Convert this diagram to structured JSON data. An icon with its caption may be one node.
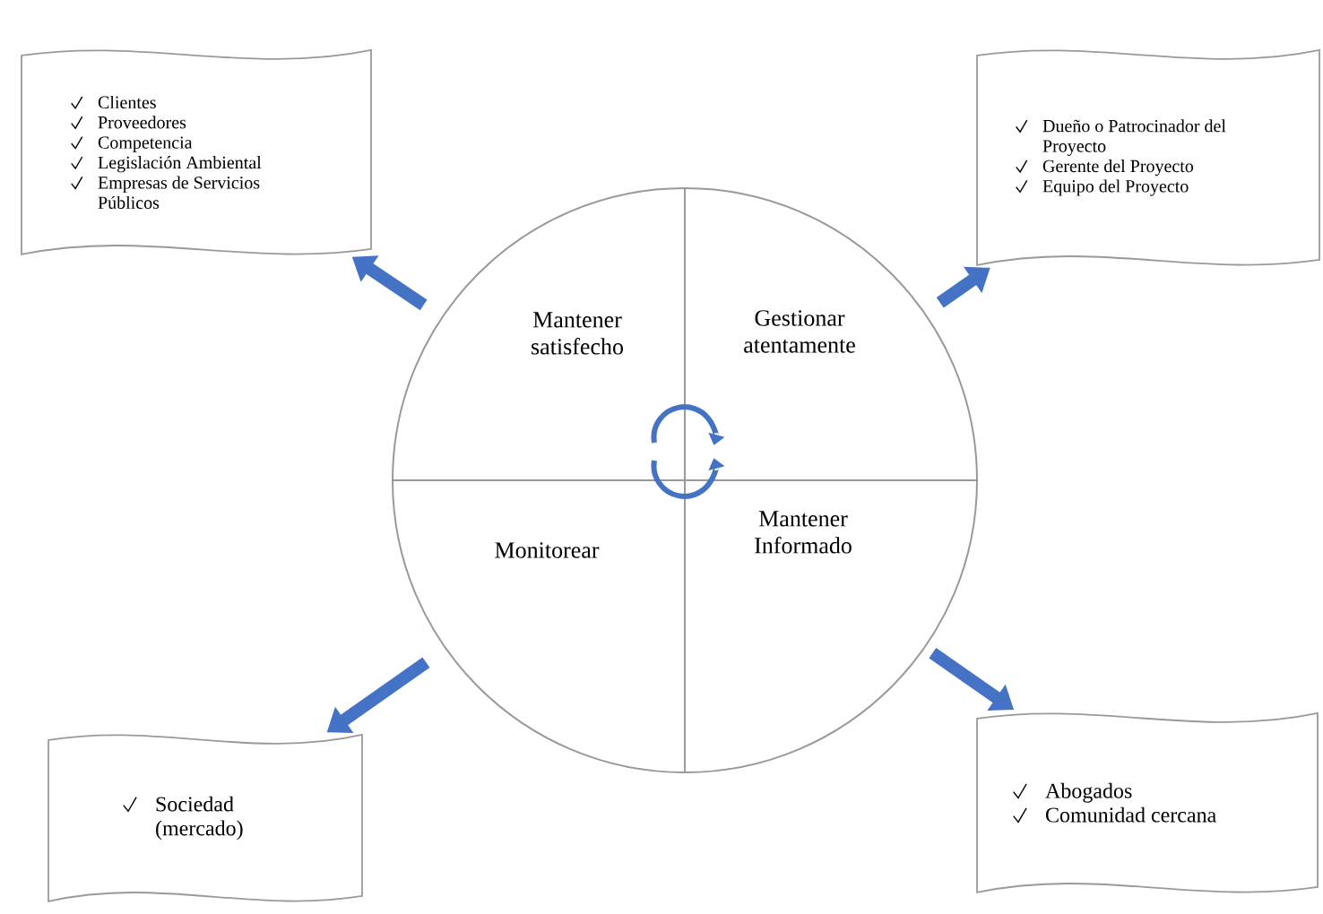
{
  "diagram": {
    "nodes": [
      {
        "text": [],
        "shape": "circle"
      },
      {
        "text": [
          "Mantener satisfecho"
        ],
        "in": 0
      },
      {
        "text": [
          "Gestionar atentamente"
        ],
        "in": 0
      },
      {
        "text": [
          "Monitorear"
        ],
        "in": 0
      },
      {
        "text": [
          "Mantener Informado"
        ],
        "in": 0
      },
      {
        "text": [
          "Clientes",
          "Proveedores",
          "Competencia",
          "Legislación Ambiental",
          "Empresas de Servicios Públicos"
        ]
      },
      {
        "text": [
          "Dueño o Patrocinador del Proyecto",
          "Gerente del Proyecto",
          "Equipo del Proyecto"
        ]
      },
      {
        "text": [
          "Sociedad (mercado)"
        ]
      },
      {
        "text": [
          "Abogados",
          "Comunidad cercana"
        ]
      }
    ],
    "edges": [
      {
        "from": 0,
        "to": 5,
        "arrow": "to"
      },
      {
        "from": 0,
        "to": 6,
        "arrow": "to"
      },
      {
        "from": 0,
        "to": 7,
        "arrow": "to"
      },
      {
        "from": 0,
        "to": 8,
        "arrow": "to"
      }
    ]
  }
}
